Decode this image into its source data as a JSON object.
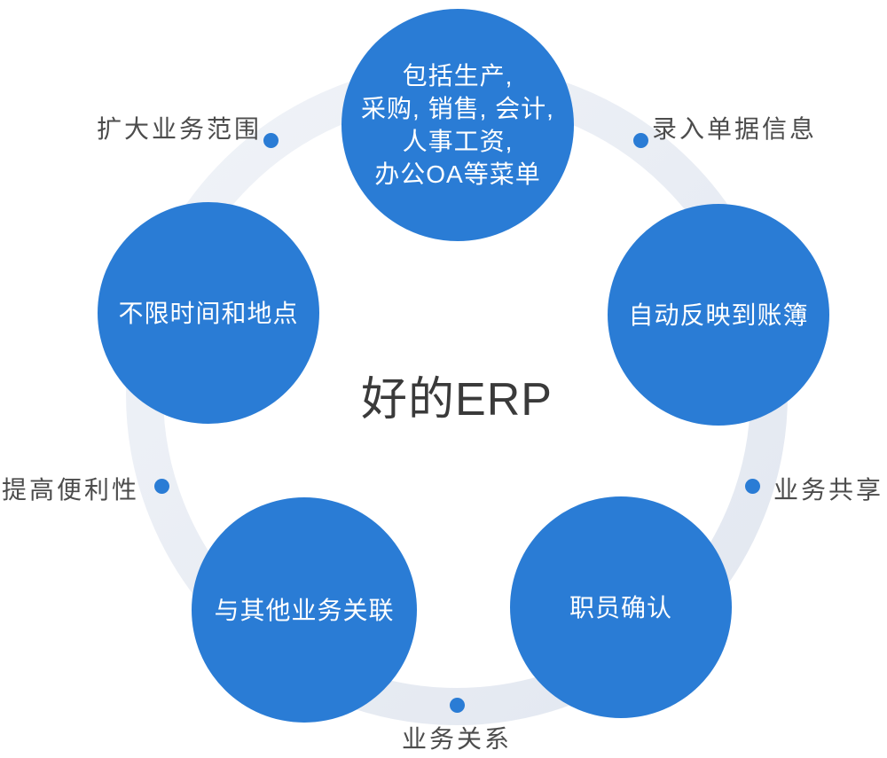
{
  "diagram": {
    "center_label": "好的ERP",
    "nodes": [
      {
        "id": "top",
        "label": "包括生产,\n采购, 销售, 会计,\n人事工资,\n办公OA等菜单"
      },
      {
        "id": "left",
        "label": "不限时间和地点"
      },
      {
        "id": "right",
        "label": "自动反映到账簿"
      },
      {
        "id": "bottom-left",
        "label": "与其他业务关联"
      },
      {
        "id": "bottom-right",
        "label": "职员确认"
      }
    ],
    "outer_labels": [
      {
        "id": "top-left",
        "text": "扩大业务范围"
      },
      {
        "id": "top-right",
        "text": "录入单据信息"
      },
      {
        "id": "right",
        "text": "业务共享"
      },
      {
        "id": "left",
        "text": "提高便利性"
      },
      {
        "id": "bottom",
        "text": "业务关系"
      }
    ],
    "colors": {
      "node_blue": "#2a7cd5",
      "ring_gray": "#e9edf4",
      "label_gray": "#4c4c4c",
      "center_text": "#3a3a3a"
    }
  }
}
